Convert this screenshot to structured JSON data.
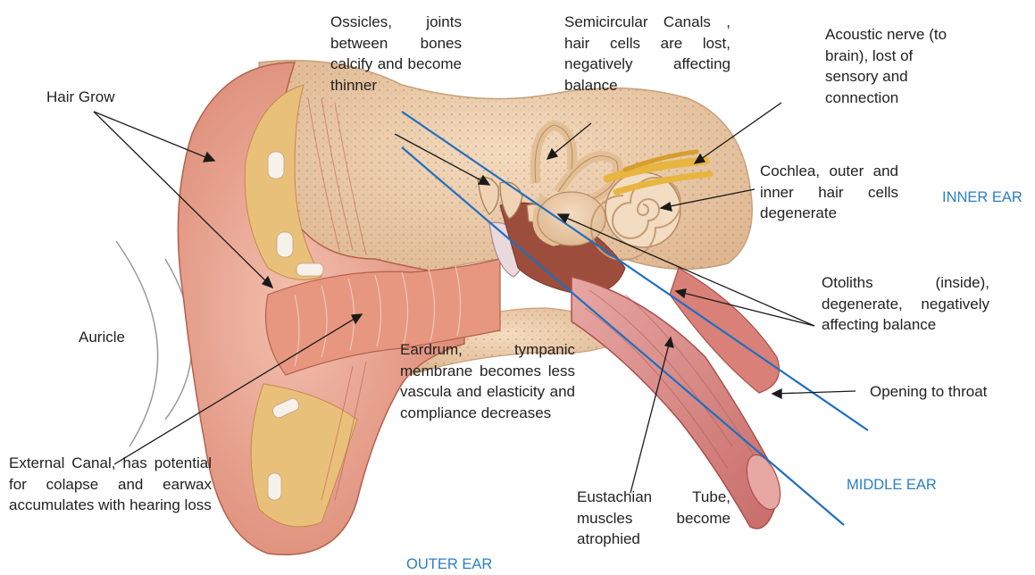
{
  "labels": {
    "hair_grow": "Hair Grow",
    "ossicles": "Ossicles, joints between bones calcify and become thinner",
    "semicircular": "Semicircular Canals , hair cells are lost, negatively affecting balance",
    "acoustic_nerve": "Acoustic nerve (to brain), lost of sensory and connection",
    "cochlea": "Cochlea, outer and inner hair cells degenerate",
    "otoliths": "Otoliths (inside), degenerate, negatively affecting balance",
    "opening_throat": "Opening to throat",
    "auricle": "Auricle",
    "eardrum": "Eardrum, tympanic membrane becomes less vascula and elasticity and compliance decreases",
    "eustachian": "Eustachian Tube, muscles become atrophied",
    "external_canal": "External Canal, has potential for colapse and earwax accumulates with hearing loss"
  },
  "regions": {
    "inner": "INNER EAR",
    "middle": "MIDDLE EAR",
    "outer": "OUTER EAR"
  },
  "colors": {
    "region_label": "#2a7fc1",
    "divider": "#1f6fc0",
    "skin": "#e9a58f",
    "skin_dark": "#c9705c",
    "bone": "#eed3b0",
    "fat": "#f2d55b",
    "muscle": "#d98a86"
  }
}
